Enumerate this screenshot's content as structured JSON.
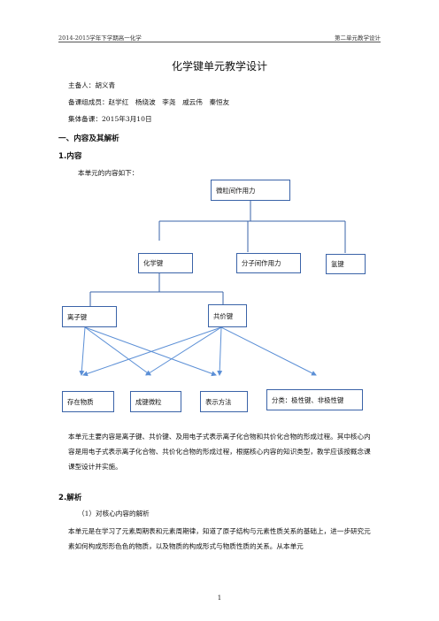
{
  "header": {
    "left": "2014-2015学年下学期高一化学",
    "right": "第二单元教学设计"
  },
  "title": "化学键单元教学设计",
  "meta": {
    "preparer": "主备人：胡义青",
    "members": "备课组成员：赵学红　杨绕波　李尧　戚云伟　秦恒友",
    "date": "集体备课：2015年3月10日"
  },
  "sections": {
    "s1": "一、内容及其解析",
    "s1_1": "1.内容",
    "s1_1_intro": "本单元的内容如下：",
    "s2": "2.解析",
    "s2_sub": "（1）对核心内容的解析"
  },
  "diagram": {
    "root": "微粒间作用力",
    "level2": [
      "化学键",
      "分子间作用力",
      "氢键"
    ],
    "level3": [
      "离子键",
      "共价键"
    ],
    "level4": [
      "存在物质",
      "成键微粒",
      "表示方法",
      "分类：极性键、非极性键"
    ],
    "stroke_color": "#3a63a8",
    "arrow_color": "#5b8fd6"
  },
  "para1": "本单元主要内容是离子键、共价键、及用电子式表示离子化合物和共价化合物的形成过程。其中核心内容是用电子式表示离子化合物、共价化合物的形成过程，根据核心内容的知识类型，教学应该按概念课课型设计并实施。",
  "para2": "本单元是在学习了元素周期表和元素周期律，知道了原子结构与元素性质关系的基础上，进一步研究元素如何构成形形色色的物质，以及物质的构成形式与物质性质的关系。从本单元",
  "page_number": "1"
}
